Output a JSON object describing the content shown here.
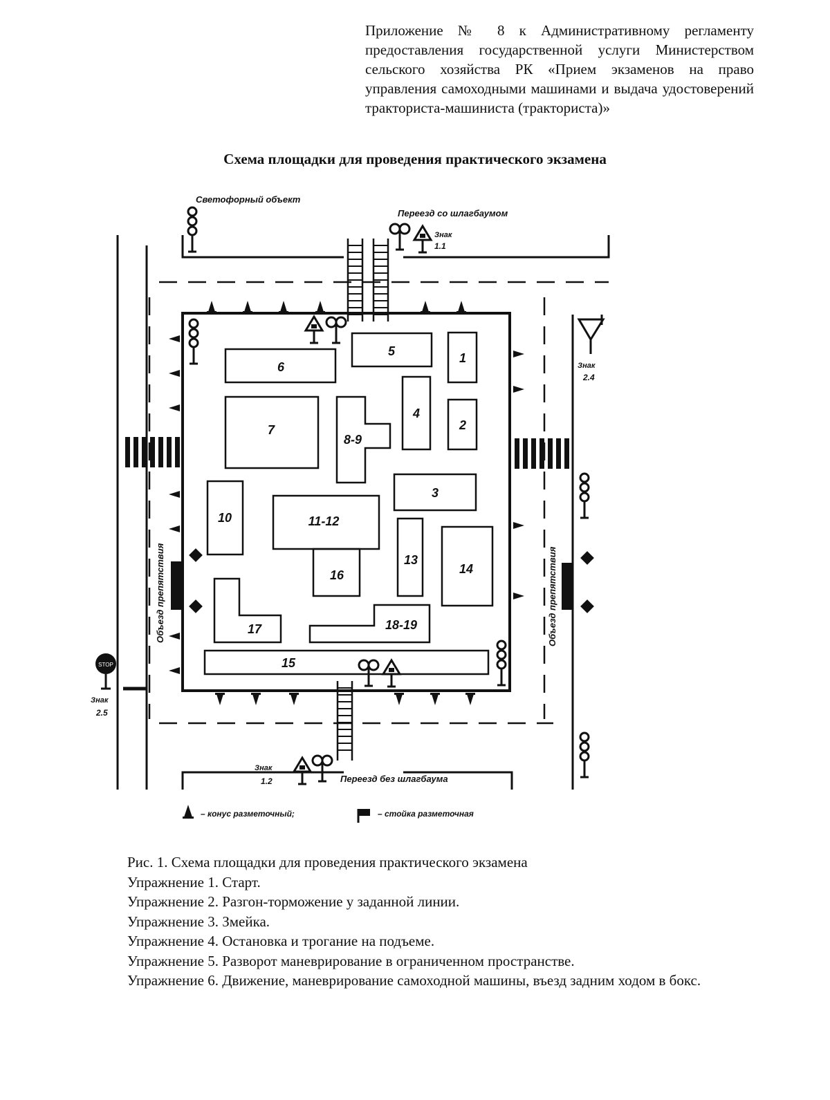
{
  "appendix": {
    "text": "Приложение № 8 к Административному регламенту предоставления государственной услуги Министерством сельского хозяйства РК «Прием экзаменов на право управления самоходными машинами и выдача удостоверений тракториста-машиниста (тракториста)»"
  },
  "title": "Схема площадки для проведения практического экзамена",
  "diagram": {
    "labels": {
      "traffic_light_object": "Светофорный объект",
      "crossing_with_barrier": "Переезд со шлагбаумом",
      "crossing_without_barrier": "Переезд без шлагбаума",
      "detour_left": "Объезд препятствия",
      "detour_right": "Объезд препятствия",
      "sign_word": "Знак",
      "sign_1_1": "1.1",
      "sign_1_2": "1.2",
      "sign_2_4": "2.4",
      "sign_2_5": "2.5",
      "stop": "STOP"
    },
    "zones": [
      "1",
      "2",
      "3",
      "4",
      "5",
      "6",
      "7",
      "8-9",
      "10",
      "11-12",
      "13",
      "14",
      "15",
      "16",
      "17",
      "18-19"
    ],
    "legend": {
      "cone": "– конус разметочный;",
      "post": "– стойка разметочная"
    }
  },
  "caption": {
    "figure": "Рис. 1. Схема площадки для проведения практического экзамена",
    "exercises": [
      "Упражнение 1. Старт.",
      "Упражнение 2. Разгон-торможение у заданной линии.",
      "Упражнение 3. Змейка.",
      "Упражнение 4. Остановка и трогание на подъеме.",
      "Упражнение 5. Разворот маневрирование в ограниченном пространстве.",
      "Упражнение 6. Движение, маневрирование самоходной машины, въезд задним ходом в бокс."
    ]
  }
}
